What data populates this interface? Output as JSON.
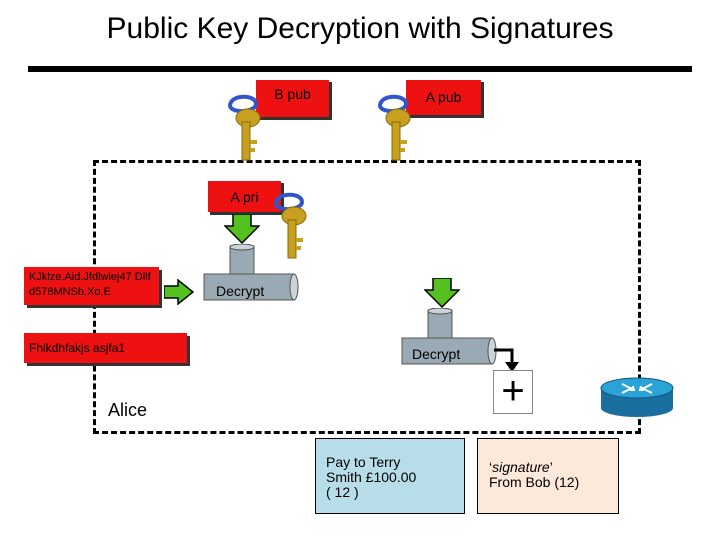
{
  "title": "Public Key Decryption with Signatures",
  "keys": {
    "b_pub": "B pub",
    "a_pub": "A pub",
    "a_pri": "A pri"
  },
  "ciphertext_1": "KJklze.Aid.Jfdlwiej47 Dllfd578MNSb.Xo.E",
  "ciphertext_2": "Fhlkdhfakjs asjfa1",
  "decrypt_1": "Decrypt",
  "decrypt_2": "Decrypt",
  "alice": "Alice",
  "plus": "+",
  "message": [
    "Pay to Terry",
    "Smith  £100.00",
    "( 12 )"
  ],
  "signature_note": {
    "quote_open": "‘",
    "word": "signature",
    "quote_close": "’",
    "line2": "From Bob  (12)"
  },
  "colors": {
    "red": "#ee1111",
    "green": "#55c11f",
    "message_bg": "#b7dde8",
    "signature_bg": "#fde9d9",
    "key_gold": "#c8a020",
    "key_ring": "#3355cc",
    "pipe": "#9aaab4",
    "router": "#1a8fc4"
  },
  "icons": [
    "key-icon",
    "down-arrow-icon",
    "right-arrow-icon",
    "pipe-icon",
    "router-icon"
  ]
}
